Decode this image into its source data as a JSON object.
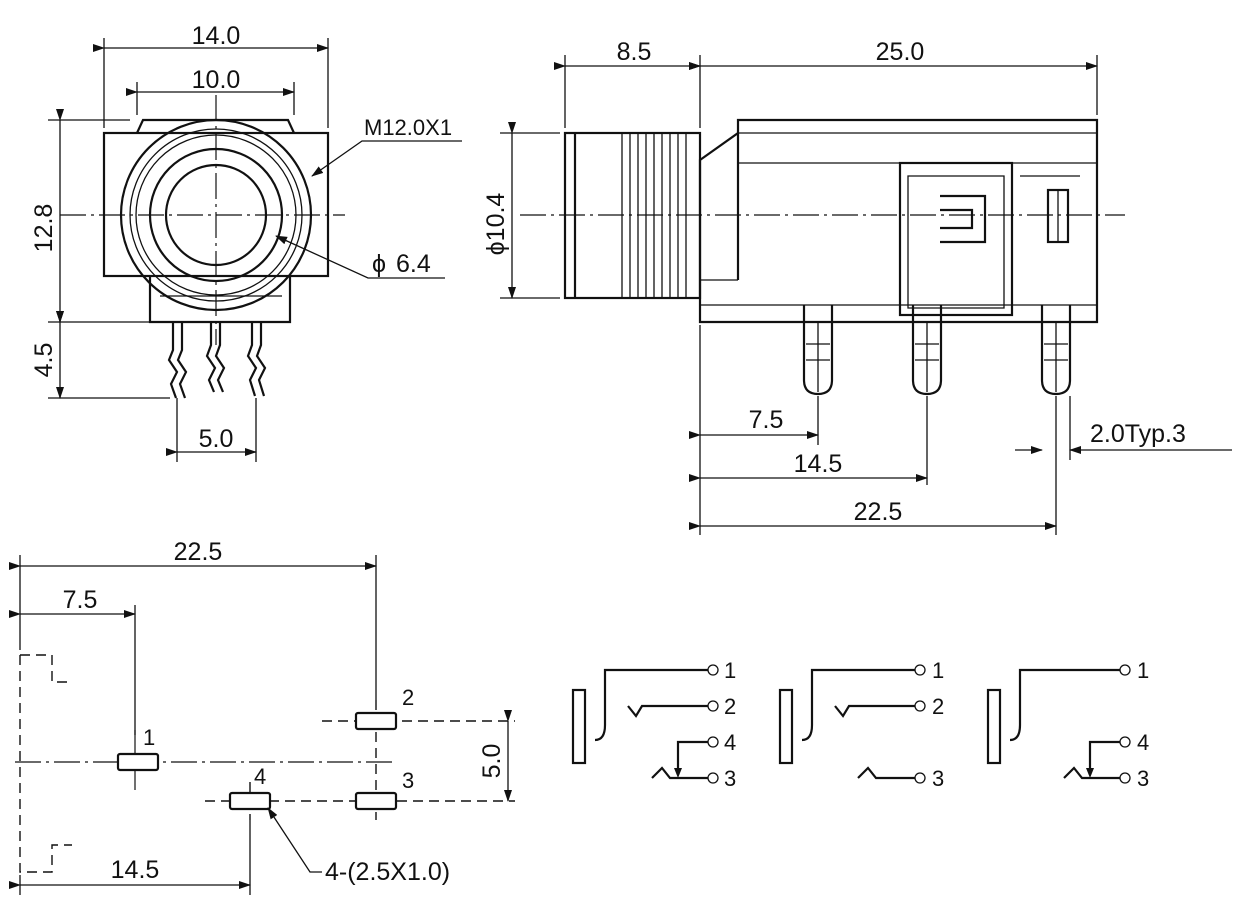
{
  "front_view": {
    "dim_width": "14.0",
    "dim_inner": "10.0",
    "dim_height": "12.8",
    "dim_pins": "4.5",
    "dim_pin_pitch": "5.0",
    "thread_label": "M12.0X1",
    "hole_label": "6.4",
    "hole_symbol": "ϕ"
  },
  "side_view": {
    "dim_front": "8.5",
    "dim_body": "25.0",
    "dim_diameter": "10.4",
    "diameter_symbol": "ϕ",
    "dim_pin1": "7.5",
    "dim_pin2": "14.5",
    "dim_pin3": "22.5",
    "dim_pin_width": "2.0Typ.3"
  },
  "footprint": {
    "dim_total": "22.5",
    "dim_first": "7.5",
    "dim_second": "14.5",
    "dim_row": "5.0",
    "pad_note": "4-(2.5X1.0)",
    "pad_numbers": [
      "1",
      "2",
      "3",
      "4"
    ]
  },
  "schematics": [
    {
      "terminals": [
        "1",
        "2",
        "4",
        "3"
      ]
    },
    {
      "terminals": [
        "1",
        "2",
        "3"
      ]
    },
    {
      "terminals": [
        "1",
        "4",
        "3"
      ]
    }
  ]
}
